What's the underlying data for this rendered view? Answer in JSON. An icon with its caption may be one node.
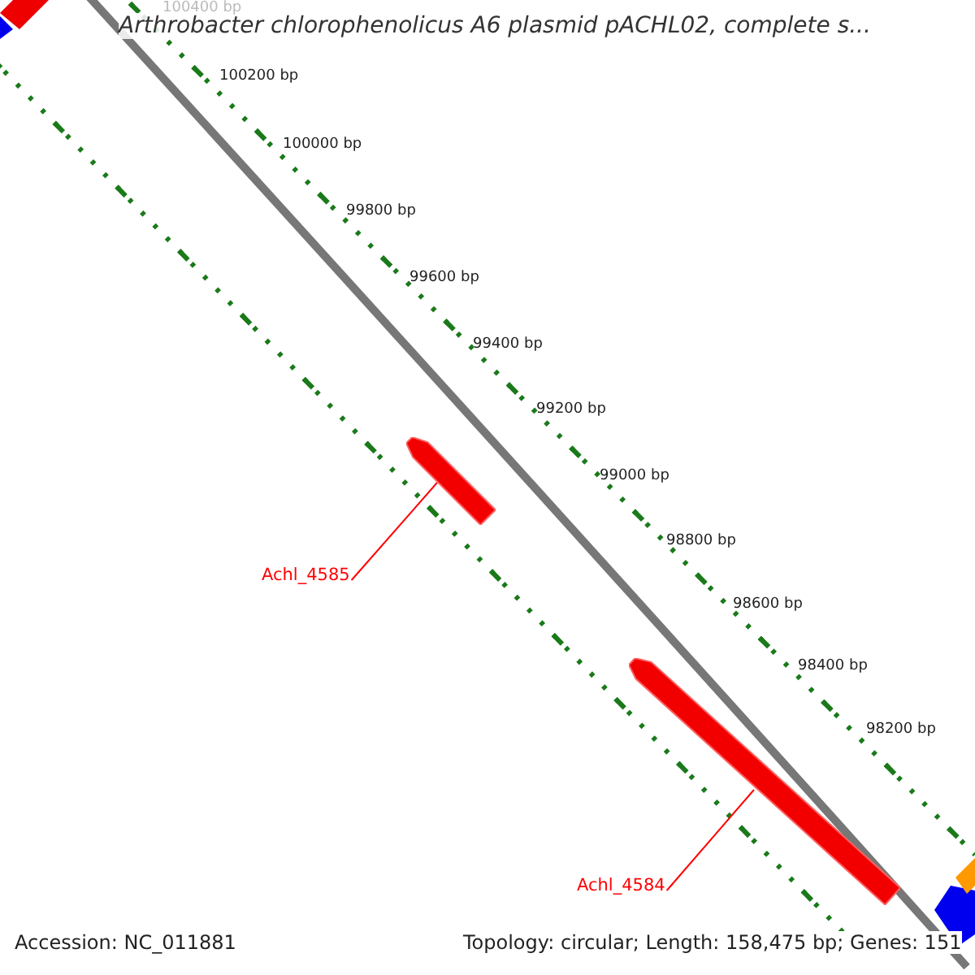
{
  "diagram": {
    "title": "Arthrobacter chlorophenolicus A6 plasmid pACHL02, complete s...",
    "nodes": [
      {
        "text": [
          "Achl_4585"
        ]
      },
      {
        "text": [],
        "shape": "bar"
      },
      {
        "text": [
          "Achl_4584"
        ]
      },
      {
        "text": [],
        "shape": "bar"
      }
    ],
    "edges": [
      {
        "from": 0,
        "to": 1,
        "arrow": "none"
      },
      {
        "from": 2,
        "to": 3,
        "arrow": "none"
      }
    ],
    "labels": [
      "100400 bp",
      "100200 bp",
      "100000 bp",
      "99800 bp",
      "99600 bp",
      "99400 bp",
      "99200 bp",
      "99000 bp",
      "98800 bp",
      "98600 bp",
      "98400 bp",
      "98200 bp",
      "Accession: NC_011881",
      "Topology: circular; Length: 158,475 bp; Genes: 151"
    ]
  }
}
